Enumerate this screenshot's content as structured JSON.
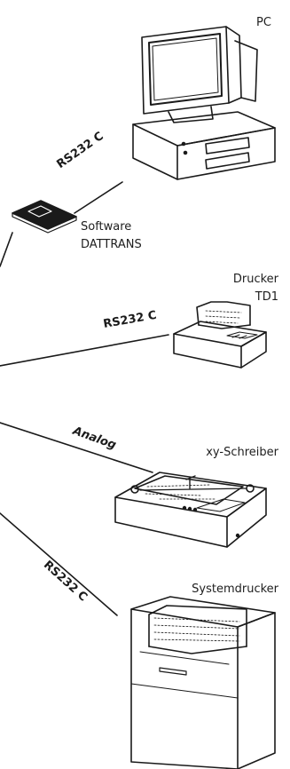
{
  "labels": {
    "pc": "PC",
    "software_line1": "Software",
    "software_line2": "DATTRANS",
    "drucker_line1": "Drucker",
    "drucker_line2": "TD1",
    "xy_schreiber": "xy-Schreiber",
    "systemdrucker": "Systemdrucker"
  },
  "connections": {
    "pc": "RS232 C",
    "drucker": "RS232 C",
    "xy": "Analog",
    "system": "RS232 C"
  }
}
